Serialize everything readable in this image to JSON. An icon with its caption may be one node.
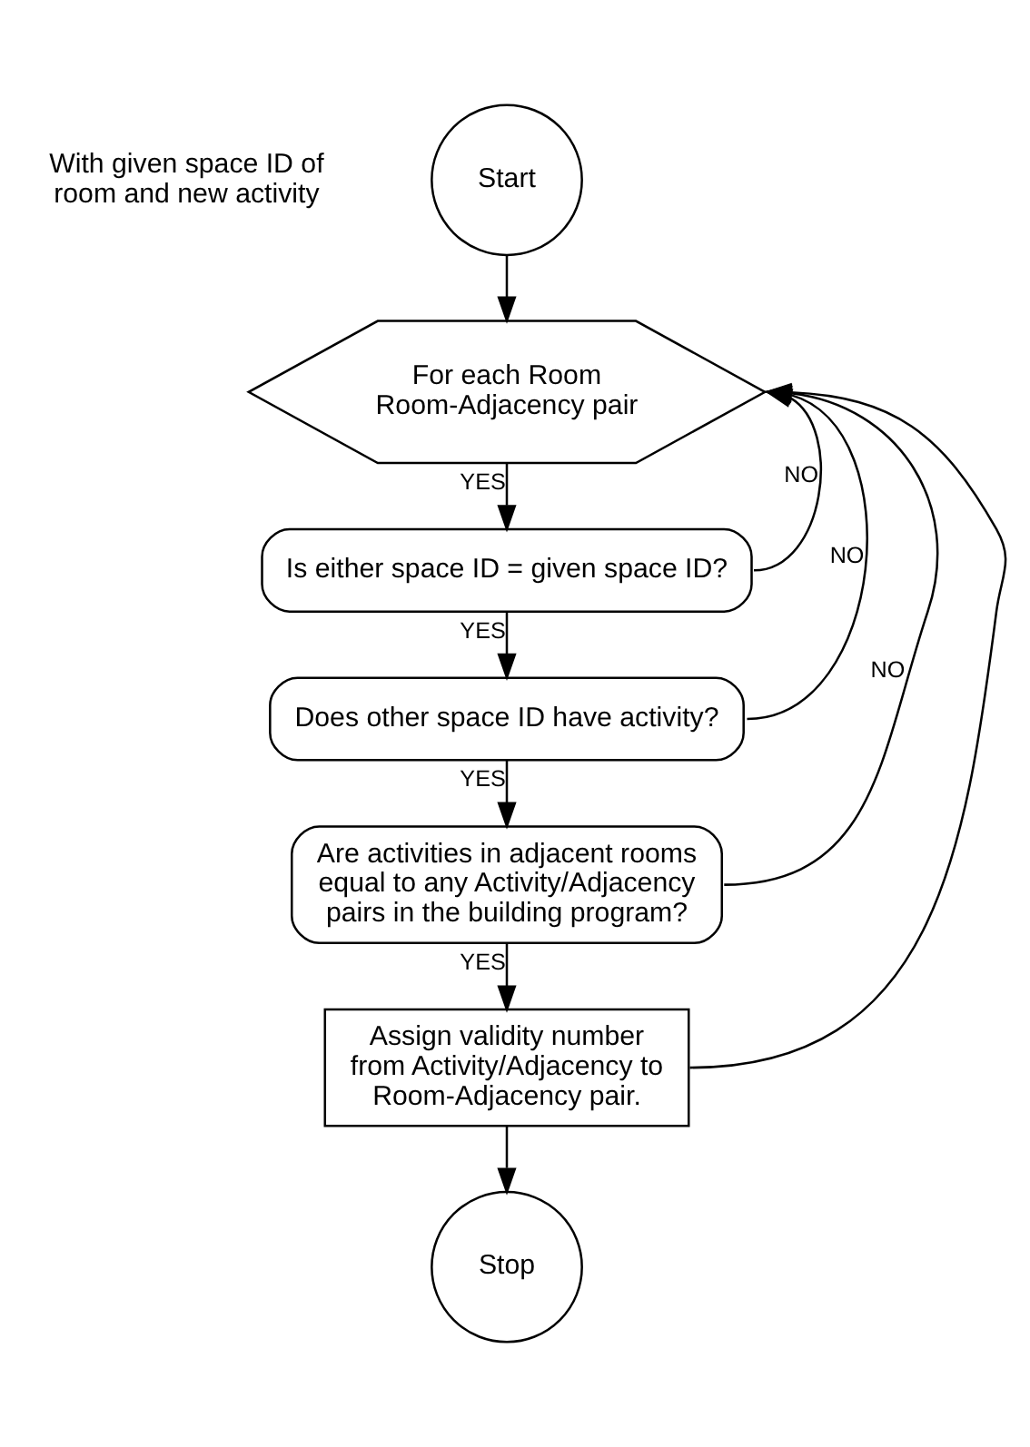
{
  "diagram": {
    "nodes": [
      {
        "text": [
          "Start"
        ]
      },
      {
        "text": [
          "For each Room Room-Adjacency pair"
        ]
      },
      {
        "text": [
          "Is either space ID = given space ID?"
        ]
      },
      {
        "text": [
          "Does other space ID have activity?"
        ]
      },
      {
        "text": [
          "Are activities in adjacent rooms equal to any Activity/Adjacency pairs in the building program?"
        ]
      },
      {
        "text": [
          "Assign validity number from Activity/Adjacency to Room-Adjacency pair."
        ]
      },
      {
        "text": [
          "Stop"
        ]
      }
    ],
    "edges": [
      {
        "from": 0,
        "to": 1,
        "arrow": "to"
      },
      {
        "from": 1,
        "to": 2,
        "arrow": "to",
        "label": "YES"
      },
      {
        "from": 2,
        "to": 3,
        "arrow": "to",
        "label": "YES"
      },
      {
        "from": 3,
        "to": 4,
        "arrow": "to",
        "label": "YES"
      },
      {
        "from": 4,
        "to": 5,
        "arrow": "to",
        "label": "YES"
      },
      {
        "from": 2,
        "to": 1,
        "arrow": "to",
        "label": "NO"
      },
      {
        "from": 3,
        "to": 1,
        "arrow": "to",
        "label": "NO"
      },
      {
        "from": 4,
        "to": 1,
        "arrow": "to",
        "label": "NO"
      },
      {
        "from": 5,
        "to": 1,
        "arrow": "to"
      },
      {
        "from": 5,
        "to": 6,
        "arrow": "to"
      }
    ],
    "labels": [
      "With given space ID of room and new activity"
    ]
  }
}
